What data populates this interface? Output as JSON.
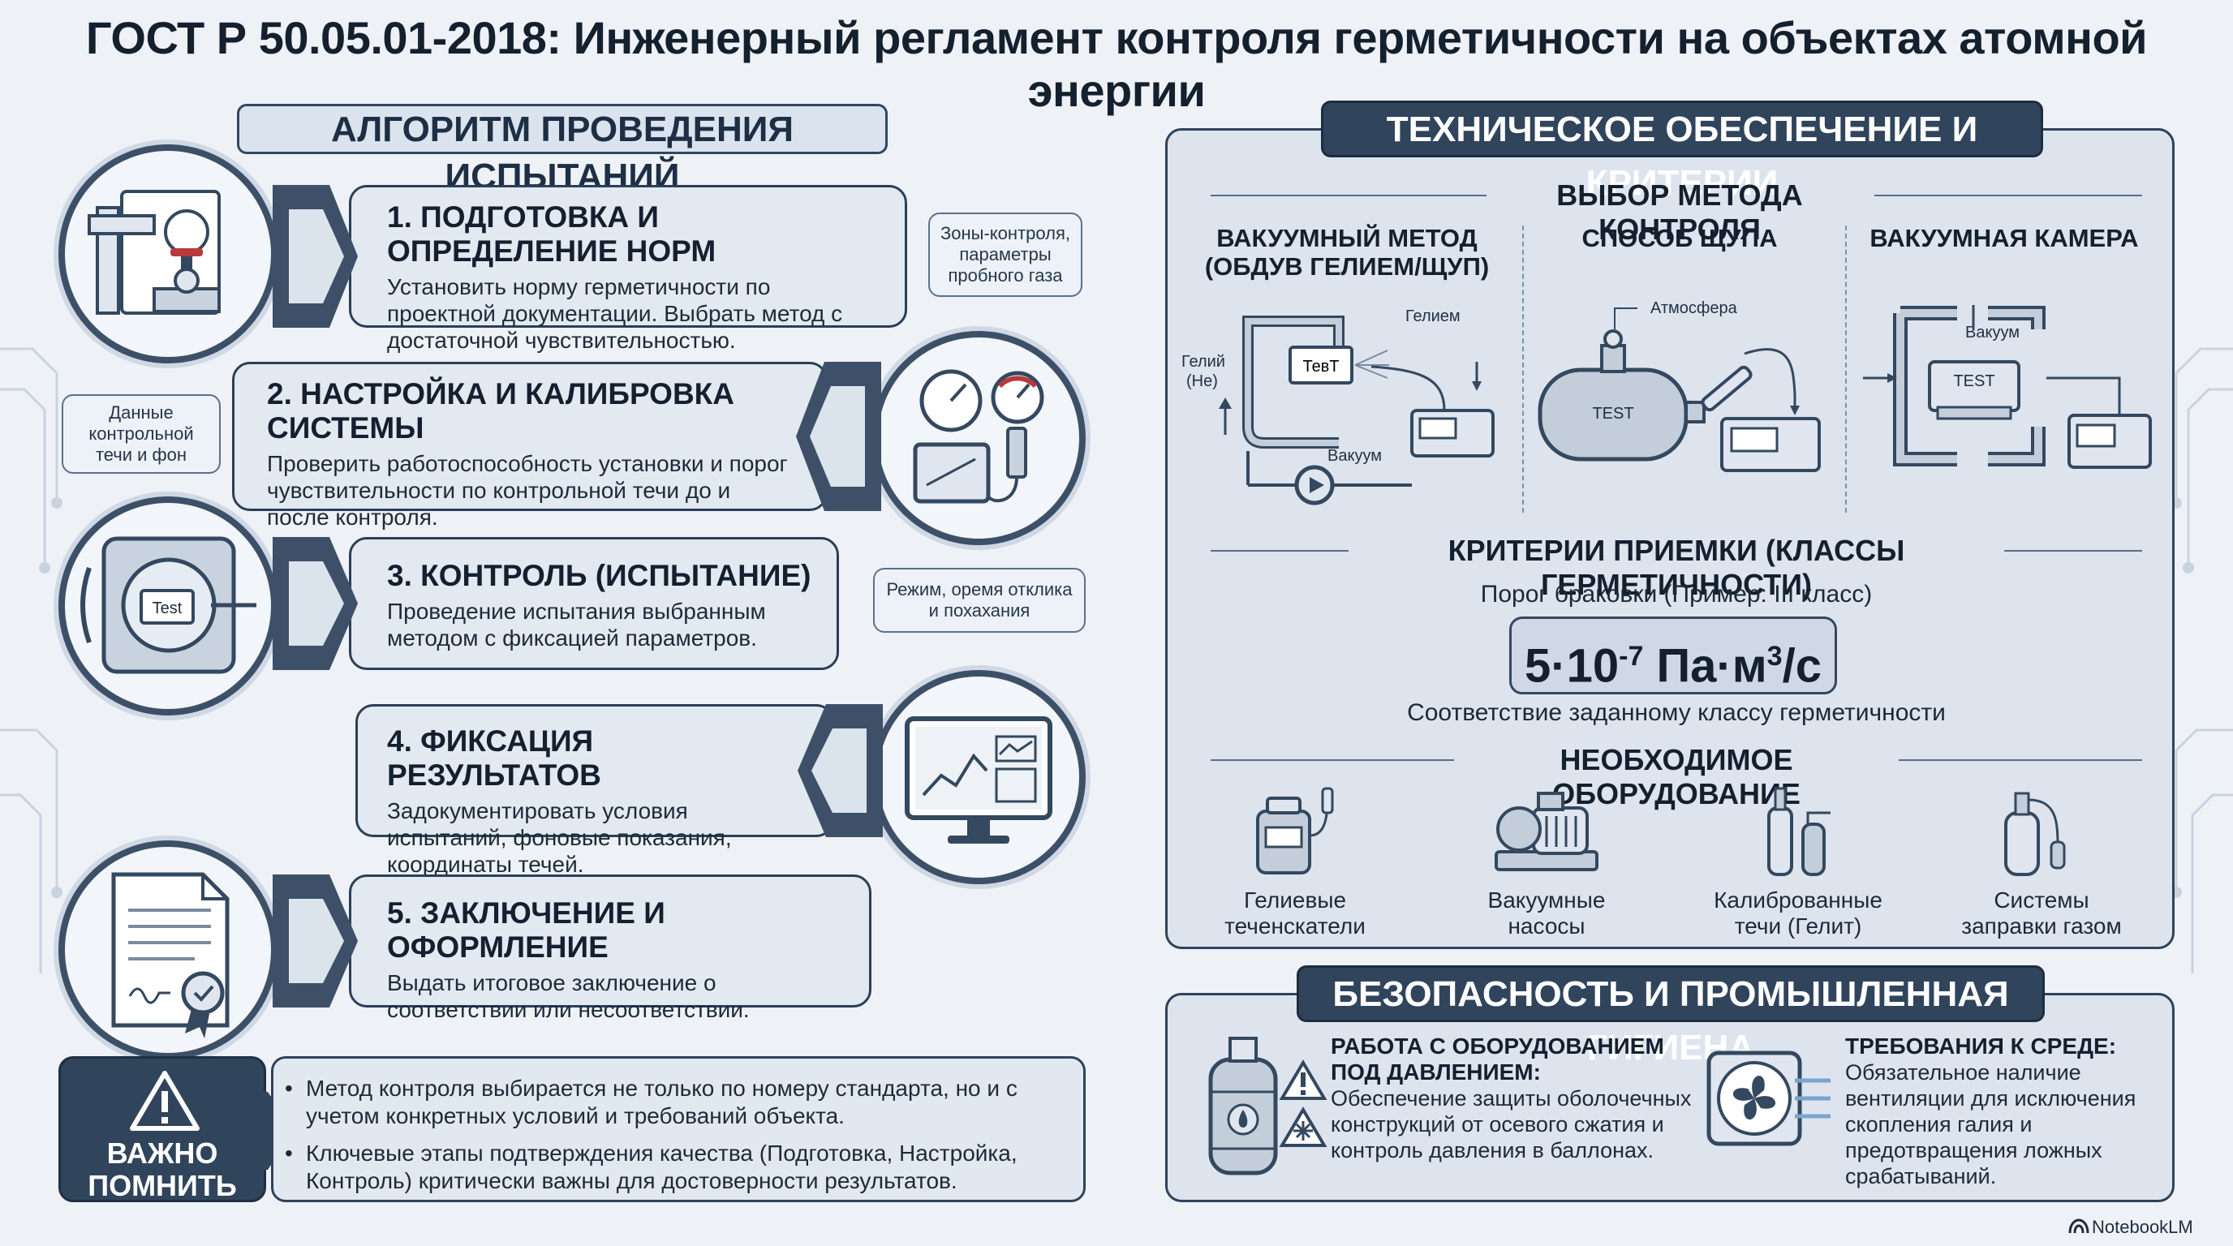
{
  "title": "ГОСТ Р 50.05.01-2018: Инженерный регламент контроля герметичности на объектах атомной энергии",
  "left": {
    "header": "АЛГОРИТМ ПРОВЕДЕНИЯ ИСПЫТАНИЙ",
    "steps": [
      {
        "title": "1. ПОДГОТОВКА И ОПРЕДЕЛЕНИЕ НОРМ",
        "text": "Установить норму герметичности по проектной документации. Выбрать метод с достаточной чувствительностью."
      },
      {
        "title": "2. НАСТРОЙКА И КАЛИБРОВКА СИСТЕМЫ",
        "text": "Проверить работоспособность установки и порог чувствительности по контрольной течи до и после контроля."
      },
      {
        "title": "3. КОНТРОЛЬ (ИСПЫТАНИЕ)",
        "text": "Проведение испытания выбранным методом с фиксацией параметров."
      },
      {
        "title": "4. ФИКСАЦИЯ РЕЗУЛЬТАТОВ",
        "text": "Задокументировать условия испытаний, фоновые показания, координаты течей."
      },
      {
        "title": "5. ЗАКЛЮЧЕНИЕ И ОФОРМЛЕНИЕ",
        "text": "Выдать итоговое заключение о соответствии или несоответствии."
      }
    ],
    "notes": {
      "n1": "Зоны-контроля, параметры пробного газа",
      "n2": "Данные контрольной течи и фон",
      "n3": "Режим, оремя отклика и похахания"
    },
    "icon_labels": {
      "test": "Test"
    },
    "important": {
      "label_line1": "ВАЖНО",
      "label_line2": "ПОМНИТЬ",
      "items": [
        "Метод контроля выбирается не только по номеру стандарта, но и с учетом конкретных условий и требований объекта.",
        "Ключевые этапы подтверждения качества (Подготовка, Настройка, Контроль) критически важны для достоверности результатов."
      ]
    }
  },
  "right": {
    "header": "ТЕХНИЧЕСКОЕ ОБЕСПЕЧЕНИЕ И КРИТЕРИИ",
    "method_section": "ВЫБОР МЕТОДА КОНТРОЛЯ",
    "methods": [
      {
        "title_line1": "ВАКУУМНЫЙ МЕТОД",
        "title_line2": "(ОБДУВ ГЕЛИЕМ/ЩУП)"
      },
      {
        "title_line1": "СПОСОБ ЩУПА",
        "title_line2": ""
      },
      {
        "title_line1": "ВАКУУМНАЯ КАМЕРА",
        "title_line2": ""
      }
    ],
    "diagram_labels": {
      "helium": "Гелием",
      "helium_he_1": "Гелий",
      "helium_he_2": "(Не)",
      "vacuum": "Вакуум",
      "test1": "ТевТ",
      "atmosphere": "Атмосфера",
      "test2": "TEST",
      "test3": "TEST"
    },
    "criteria_section": "КРИТЕРИИ ПРИЕМКИ (КЛАССЫ ГЕРМЕТИЧНОСТИ)",
    "criteria_caption": "Порог браковки (Пример: III класс)",
    "formula": {
      "mantissa": "5·10",
      "exp": "-7",
      "unit": " Па·м",
      "unit_exp": "3",
      "tail": "/с"
    },
    "criteria_note": "Соответствие заданному классу герметичности",
    "equipment_section": "НЕОБХОДИМОЕ ОБОРУДОВАНИЕ",
    "equipment": [
      {
        "line1": "Гелиевые",
        "line2": "теченскатели"
      },
      {
        "line1": "Вакуумные",
        "line2": "насосы"
      },
      {
        "line1": "Калиброванные",
        "line2": "течи (Гелит)"
      },
      {
        "line1": "Системы",
        "line2": "заправки газом"
      }
    ],
    "safety": {
      "header": "БЕЗОПАСНОСТЬ И ПРОМЫШЛЕННАЯ ГИГИЕНА",
      "col1_h1": "РАБОТА С ОБОРУДОВАНИЕМ",
      "col1_h2": "ПОД ДАВЛЕНИЕМ:",
      "col1_text": "Обеспечение защиты оболочечных конструкций от осевого сжатия и контроль давления в баллонах.",
      "col2_h": "ТРЕБОВАНИЯ К СРЕДЕ:",
      "col2_text": "Обязательное наличие вентиляции для исключения скопления галия и предотвращения ложных срабатываний."
    }
  },
  "footer": {
    "brand": "NotebookLM"
  },
  "colors": {
    "dark": "#30445c",
    "panel": "#dde4ee",
    "background": "#eef2f7",
    "accent_red": "#b8393a"
  }
}
